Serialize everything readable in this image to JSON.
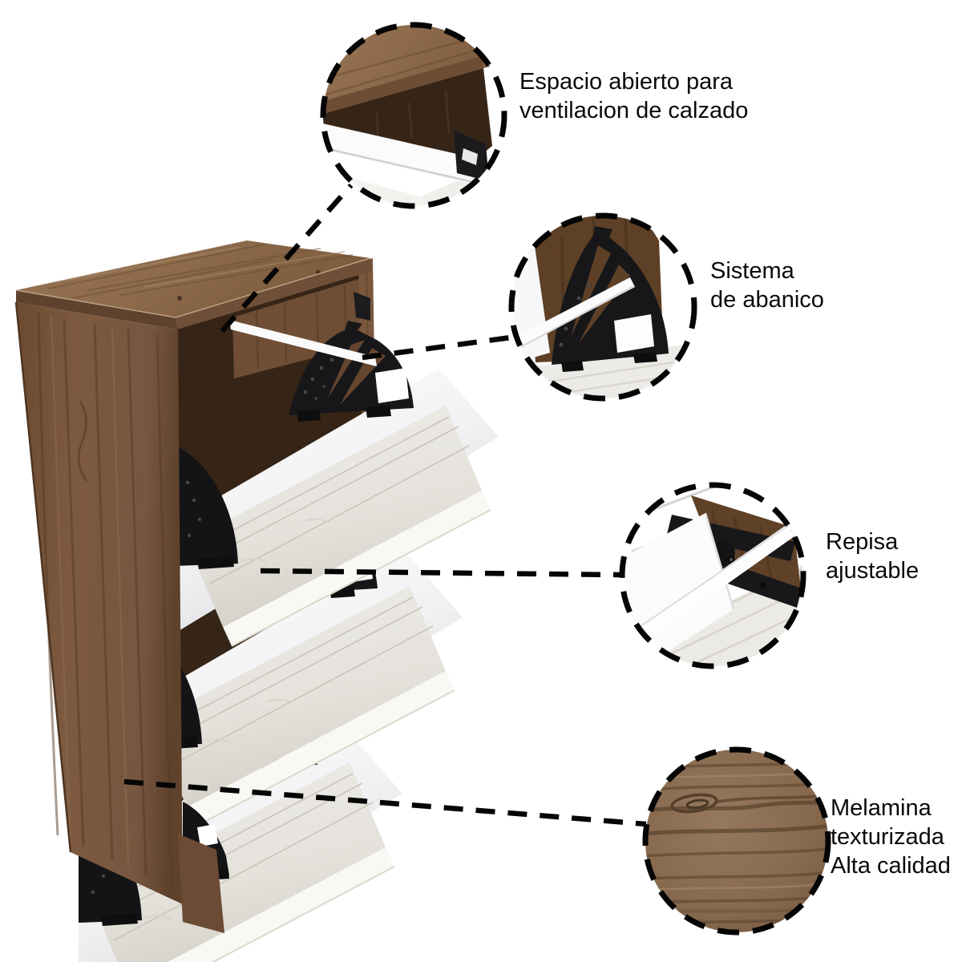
{
  "figure": {
    "kind": "product-callout-infographic",
    "subject": "zapatera / shoe cabinet with fold-out shelves"
  },
  "callouts": [
    {
      "id": "ventilation",
      "label_lines": [
        "Espacio abierto para",
        "ventilacion de calzado"
      ]
    },
    {
      "id": "fan-system",
      "label_lines": [
        "Sistema",
        "de abanico"
      ]
    },
    {
      "id": "adjustable-shelf",
      "label_lines": [
        "Repisa",
        "ajustable"
      ]
    },
    {
      "id": "melamine",
      "label_lines": [
        "Melamina",
        "texturizada",
        "Alta calidad"
      ]
    }
  ],
  "colors": {
    "background": "#ffffff",
    "annotation": "#050505",
    "walnut_top": "#8d6b4c",
    "walnut_side": "#7a573d",
    "walnut_dark_interior": "#362517",
    "shelf_whitewash": "#e9e7e2",
    "panel_white": "#fdfdfd",
    "bracket_black": "#17171a"
  }
}
